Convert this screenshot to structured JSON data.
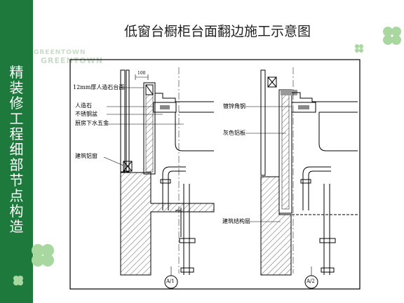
{
  "brand": {
    "line1": "GREENTOWN",
    "line2": "GREENTOWN"
  },
  "sidebar": {
    "vertical_title": "精装修工程细部节点构造"
  },
  "slide": {
    "title": "低窗台橱柜台面翻边施工示意图"
  },
  "left_detail": {
    "dimension": "100",
    "labels": [
      "12mm厚人造石台面",
      "人造石",
      "不锈钢盆",
      "厨房下水五金",
      "建筑铝窗"
    ],
    "section_tag": "A/1"
  },
  "right_detail": {
    "labels": [
      "镀锌角钢",
      "灰色铝板",
      "建筑结构层"
    ],
    "section_tag": "A/2"
  },
  "colors": {
    "sidebar": "#1e7a3c",
    "clover": "#a8d8a0",
    "ink": "#000000"
  },
  "decor": {
    "icons": [
      "clover-icon",
      "clover-icon",
      "clover-icon",
      "clover-icon"
    ]
  }
}
